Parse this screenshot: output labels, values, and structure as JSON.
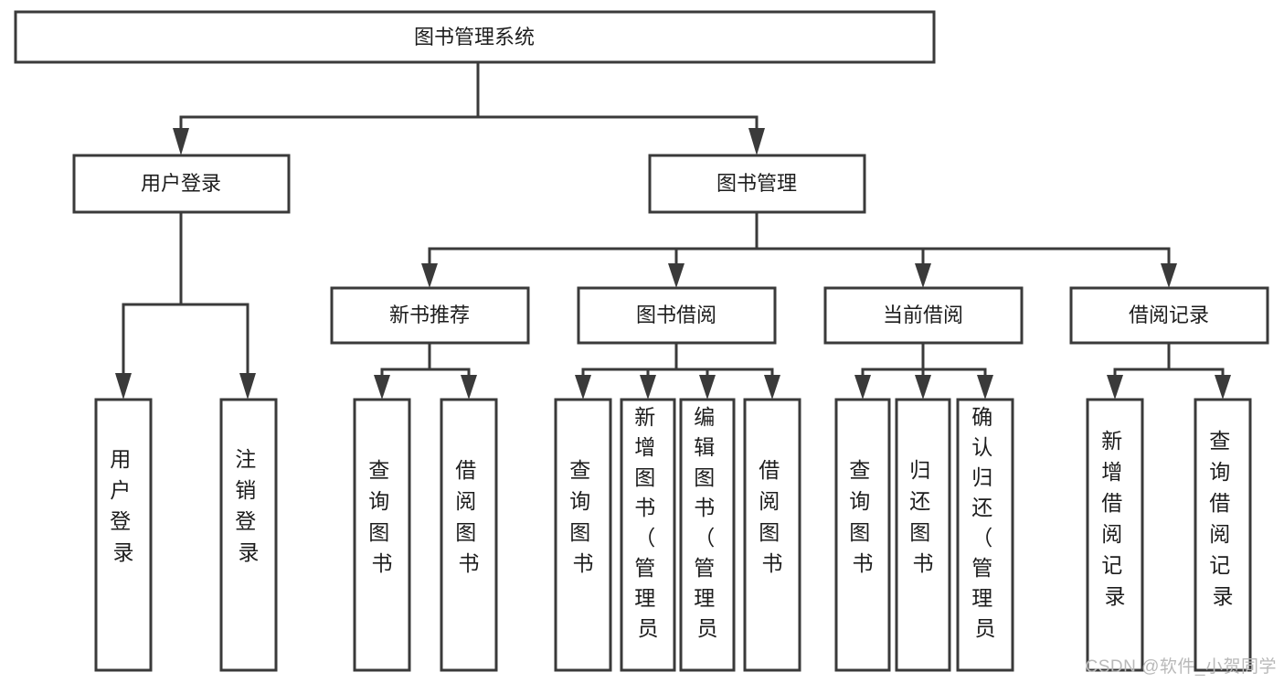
{
  "diagram": {
    "type": "tree-hierarchy-chart",
    "title": "图书管理系统",
    "orientation": "top-down",
    "colors": {
      "box_stroke": "#3a3a3a",
      "box_fill": "#ffffff",
      "edge": "#3a3a3a",
      "text": "#1d1d1d",
      "watermark": "#b9b9b9"
    },
    "levels": {
      "root": {
        "label": "图书管理系统"
      },
      "level1": [
        {
          "label": "用户登录"
        },
        {
          "label": "图书管理"
        }
      ],
      "level2": [
        {
          "label": "新书推荐"
        },
        {
          "label": "图书借阅"
        },
        {
          "label": "当前借阅"
        },
        {
          "label": "借阅记录"
        }
      ],
      "leaves": {
        "用户登录": [
          {
            "label": "用户登录"
          },
          {
            "label": "注销登录"
          }
        ],
        "新书推荐": [
          {
            "label": "查询图书"
          },
          {
            "label": "借阅图书"
          }
        ],
        "图书借阅": [
          {
            "label": "查询图书"
          },
          {
            "label": "新增图书（管理员）"
          },
          {
            "label": "编辑图书（管理员）"
          },
          {
            "label": "借阅图书"
          }
        ],
        "当前借阅": [
          {
            "label": "查询图书"
          },
          {
            "label": "归还图书"
          },
          {
            "label": "确认归还（管理员）"
          }
        ],
        "借阅记录": [
          {
            "label": "新增借阅记录"
          },
          {
            "label": "查询借阅记录"
          }
        ]
      }
    }
  },
  "watermark": {
    "text": "CSDN @软件_小贺同学"
  }
}
